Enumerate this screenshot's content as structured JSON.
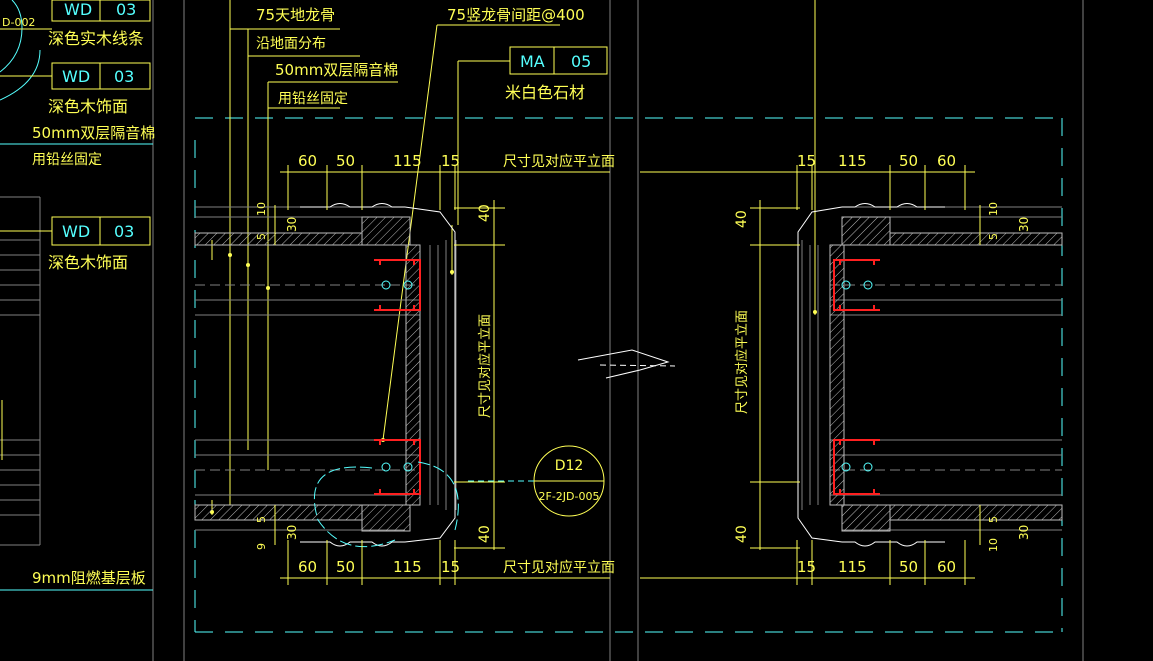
{
  "colors": {
    "background": "#000000",
    "annotation": "#ffff55",
    "dimension": "#55ffff",
    "outline": "#ffffff",
    "stud": "#ff2020",
    "hatch": "#bbbbbb",
    "frame": "#808080"
  },
  "tags": [
    {
      "code": "WD",
      "number": "03",
      "desc": "深色实木线条"
    },
    {
      "code": "WD",
      "number": "03",
      "desc": "深色木饰面"
    },
    {
      "code": "WD",
      "number": "03",
      "desc": "深色木饰面"
    },
    {
      "code": "MA",
      "number": "05",
      "desc": "米白色石材"
    }
  ],
  "left_notes": {
    "insulation": "50mm双层隔音棉",
    "wire_fixed": "用铅丝固定",
    "fire_board": "9mm阻燃基层板",
    "cut_ref": "D-002"
  },
  "top_notes": {
    "floor_keel": "75天地龙骨",
    "floor_dist": "沿地面分布",
    "insulation": "50mm双层隔音棉",
    "wire_fixed": "用铅丝固定",
    "vertical_keel": "75竖龙骨间距@400"
  },
  "dimensions": {
    "d60": "60",
    "d50": "50",
    "d115": "115",
    "d15": "15",
    "d40": "40",
    "d30": "30",
    "d10": "10",
    "d5": "5",
    "d9": "9",
    "see_elevation": "尺寸见对应平立面"
  },
  "detail_callout": {
    "number": "D12",
    "sheet": "2F-2JD-005"
  }
}
